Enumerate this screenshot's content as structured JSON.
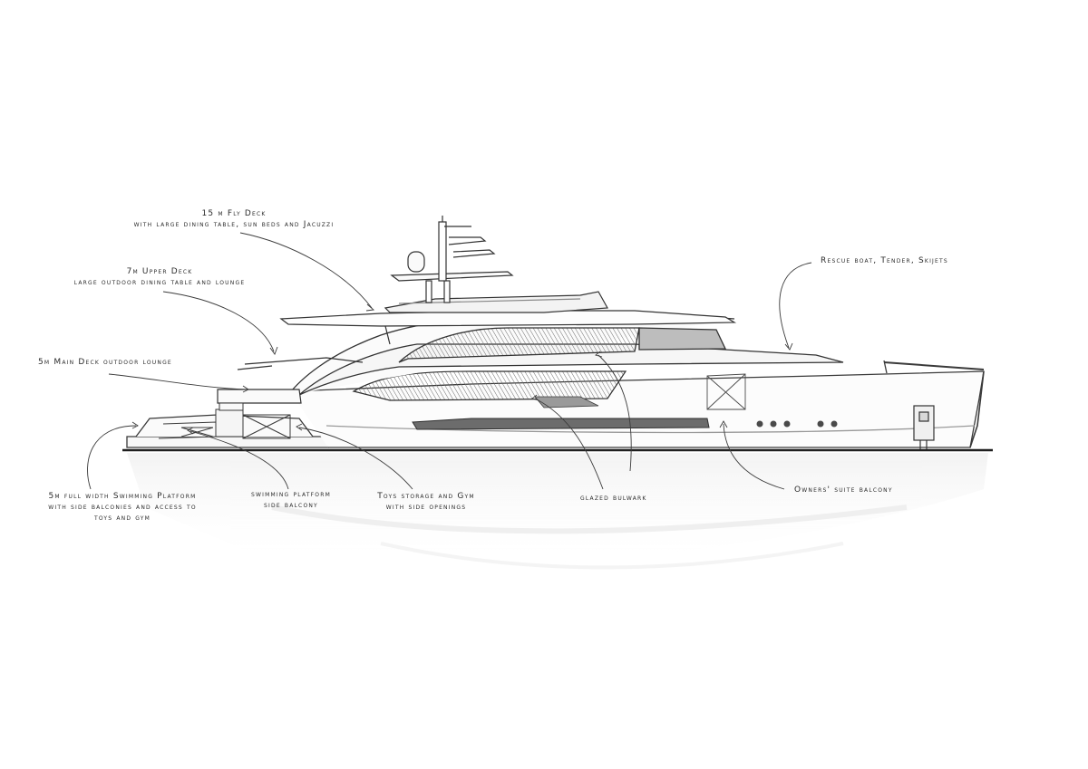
{
  "annotations": {
    "fly_deck": [
      "15 m Fly Deck",
      "with large dining table, sun beds and Jacuzzi"
    ],
    "upper_deck": [
      "7m Upper Deck",
      "large outdoor dining table and lounge"
    ],
    "main_deck": [
      "5m Main Deck outdoor lounge"
    ],
    "rescue": [
      "Rescue boat, Tender, Skijets"
    ],
    "swim_platform": [
      "5m full width Swimming Platform",
      "with side balconies and access to",
      "toys and gym"
    ],
    "swim_balcony": [
      "swimming platform",
      "side balcony"
    ],
    "toys": [
      "Toys storage and Gym",
      "with side openings"
    ],
    "glazed": [
      "glazed bulwark"
    ],
    "owners": [
      "Owners' suite balcony"
    ]
  }
}
